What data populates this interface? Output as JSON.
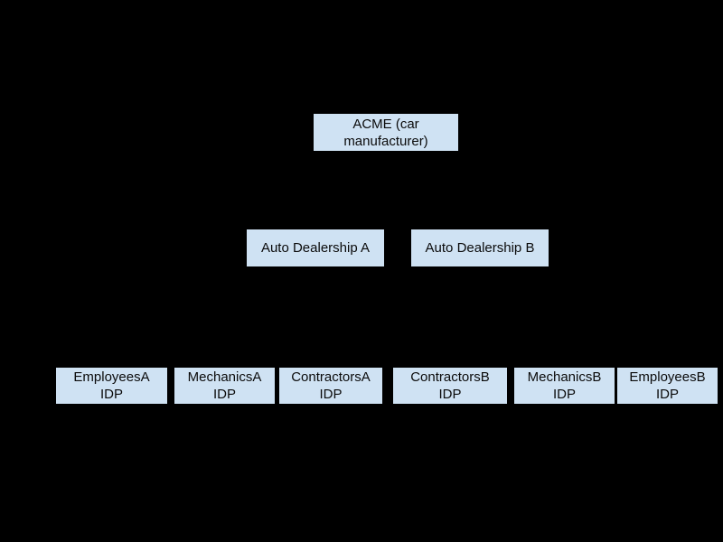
{
  "colors": {
    "background": "#000000",
    "node_fill": "#cfe2f3",
    "node_text": "#0b0b0b"
  },
  "diagram": {
    "description": "Identity-provider hierarchy diagram",
    "nodes": {
      "acme": {
        "line1": "ACME (car",
        "line2": "manufacturer)"
      },
      "dealership_a": {
        "line1": "Auto Dealership A",
        "line2": ""
      },
      "dealership_b": {
        "line1": "Auto Dealership B",
        "line2": ""
      },
      "employees_a": {
        "line1": "EmployeesA",
        "line2": "IDP"
      },
      "mechanics_a": {
        "line1": "MechanicsA",
        "line2": "IDP"
      },
      "contractors_a": {
        "line1": "ContractorsA",
        "line2": "IDP"
      },
      "contractors_b": {
        "line1": "ContractorsB",
        "line2": "IDP"
      },
      "mechanics_b": {
        "line1": "MechanicsB",
        "line2": "IDP"
      },
      "employees_b": {
        "line1": "EmployeesB",
        "line2": "IDP"
      }
    }
  }
}
